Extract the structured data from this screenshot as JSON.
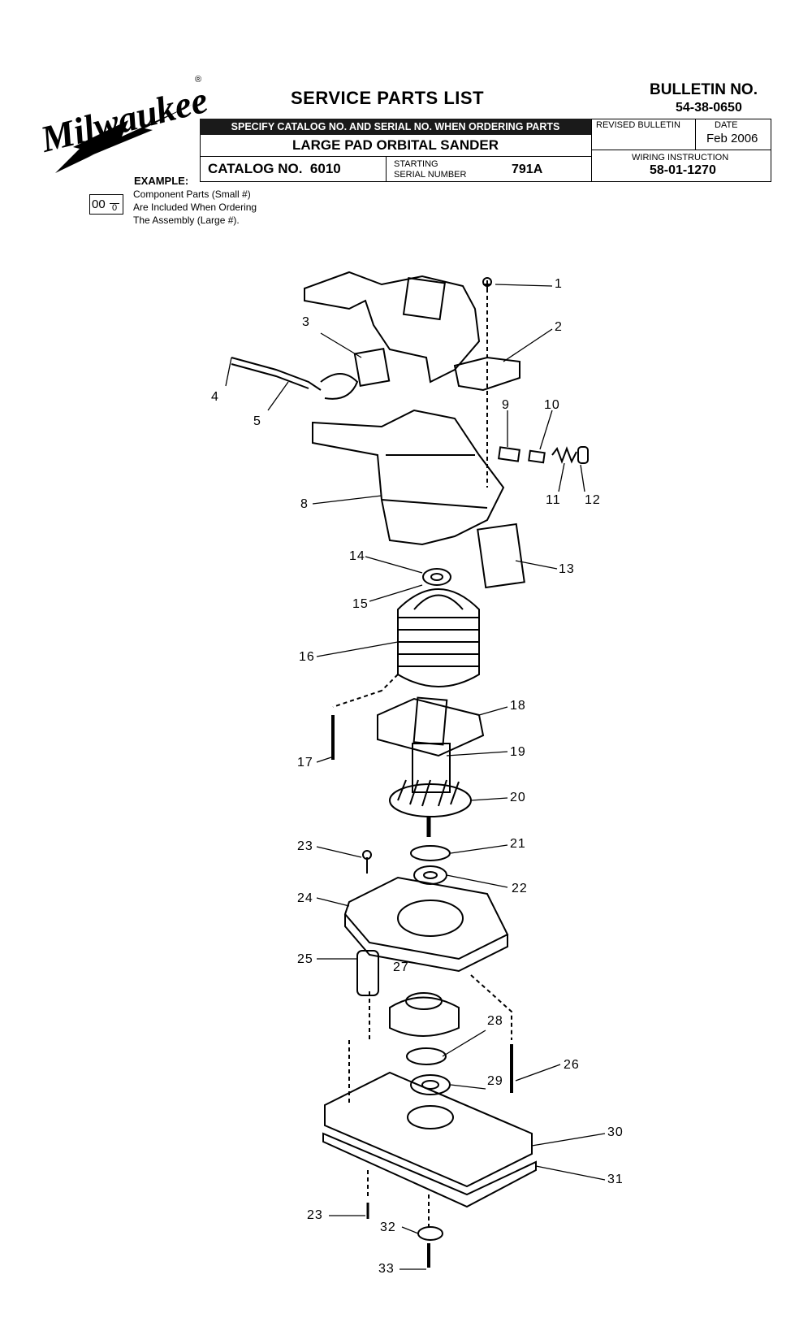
{
  "header": {
    "brand": "Milwaukee",
    "registered": "®",
    "title": "SERVICE PARTS LIST",
    "bulletin_label": "BULLETIN NO.",
    "bulletin_number": "54-38-0650",
    "specify_notice": "SPECIFY CATALOG NO. AND SERIAL NO. WHEN ORDERING PARTS",
    "product_name": "LARGE PAD ORBITAL SANDER",
    "catalog_label": "CATALOG NO.",
    "catalog_number": "6010",
    "starting_label": "STARTING",
    "serial_label": "SERIAL NUMBER",
    "serial_number": "791A",
    "revised_label": "REVISED BULLETIN",
    "date_label": "DATE",
    "date_value": "Feb 2006",
    "wiring_label": "WIRING INSTRUCTION",
    "wiring_number": "58-01-1270"
  },
  "example": {
    "label": "EXAMPLE:",
    "large": "00",
    "small": "0",
    "lines": [
      "Component Parts (Small #)",
      "Are Included When Ordering",
      "The Assembly (Large #)."
    ]
  },
  "callouts": [
    "1",
    "2",
    "3",
    "4",
    "5",
    "8",
    "9",
    "10",
    "11",
    "12",
    "13",
    "14",
    "15",
    "16",
    "17",
    "18",
    "19",
    "20",
    "21",
    "22",
    "23",
    "24",
    "25",
    "26",
    "27",
    "28",
    "29",
    "30",
    "31",
    "23",
    "32",
    "33"
  ]
}
